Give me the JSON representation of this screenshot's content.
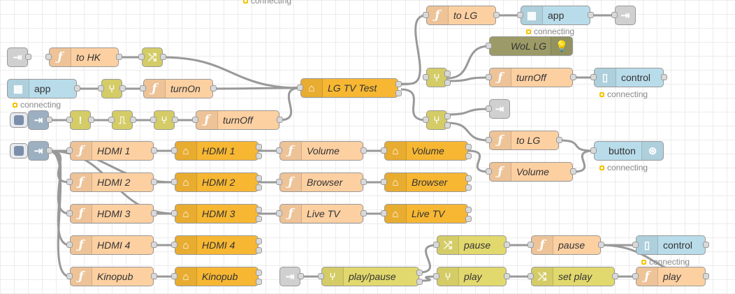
{
  "colors": {
    "function": "#fdd0a2",
    "homekit": "#f7b733",
    "change": "#e2d96e",
    "switch": "#e2d96e",
    "link": "#dddddd",
    "dashboard": "#b9dcea",
    "wol": "#9c9b67",
    "inject": "#a6bbcf",
    "filter": "#e2d96e",
    "rbe": "#e2d96e",
    "status_dot": "#f5c400"
  },
  "status_text": "connecting",
  "nodes": [
    {
      "id": "n_conn_top",
      "type": "status-only",
      "label": ""
    },
    {
      "id": "n_tolg1",
      "type": "function",
      "label": "to LG",
      "icon": "function-icon"
    },
    {
      "id": "n_app1",
      "type": "dashboard",
      "label": "app",
      "icon": "dashboard-icon"
    },
    {
      "id": "n_linkout1",
      "type": "link",
      "label": "",
      "icon": "link-out-icon"
    },
    {
      "id": "n_wol",
      "type": "wol",
      "label": "WoL LG",
      "icon": "lightbulb-icon"
    },
    {
      "id": "n_linkin1",
      "type": "link",
      "label": "",
      "icon": "link-in-icon"
    },
    {
      "id": "n_tohk",
      "type": "function",
      "label": "to HK",
      "icon": "function-icon"
    },
    {
      "id": "n_change1",
      "type": "change",
      "label": "",
      "icon": "shuffle-icon"
    },
    {
      "id": "n_lgtv",
      "type": "homekit",
      "label": "LG TV Test",
      "icon": "home-icon"
    },
    {
      "id": "n_switch1",
      "type": "switch",
      "label": "",
      "icon": "switch-icon"
    },
    {
      "id": "n_turnoff1",
      "type": "function",
      "label": "turnOff",
      "icon": "function-icon"
    },
    {
      "id": "n_control1",
      "type": "dashboard",
      "label": "control",
      "icon": "remote-icon"
    },
    {
      "id": "n_app2",
      "type": "dashboard",
      "label": "app",
      "icon": "dashboard-icon"
    },
    {
      "id": "n_switch2",
      "type": "switch",
      "label": "",
      "icon": "switch-icon"
    },
    {
      "id": "n_turnon",
      "type": "function",
      "label": "turnOn",
      "icon": "function-icon"
    },
    {
      "id": "n_inject1",
      "type": "inject",
      "label": "",
      "icon": "inject-icon"
    },
    {
      "id": "n_filter",
      "type": "filter",
      "label": "",
      "icon": "exclamation-icon"
    },
    {
      "id": "n_rbe",
      "type": "rbe",
      "label": "",
      "icon": "rbe-icon"
    },
    {
      "id": "n_switch3",
      "type": "switch",
      "label": "",
      "icon": "switch-icon"
    },
    {
      "id": "n_turnoff2",
      "type": "function",
      "label": "turnOff",
      "icon": "function-icon"
    },
    {
      "id": "n_switch4",
      "type": "switch",
      "label": "",
      "icon": "switch-icon"
    },
    {
      "id": "n_linkout2",
      "type": "link",
      "label": "",
      "icon": "link-out-icon"
    },
    {
      "id": "n_inject2",
      "type": "inject",
      "label": "",
      "icon": "inject-icon"
    },
    {
      "id": "n_hdmi1f",
      "type": "function",
      "label": "HDMI 1",
      "icon": "function-icon"
    },
    {
      "id": "n_hdmi1h",
      "type": "homekit",
      "label": "HDMI 1",
      "icon": "home-icon"
    },
    {
      "id": "n_volf",
      "type": "function",
      "label": "Volume",
      "icon": "function-icon"
    },
    {
      "id": "n_volh",
      "type": "homekit",
      "label": "Volume",
      "icon": "home-icon"
    },
    {
      "id": "n_tolg2",
      "type": "function",
      "label": "to LG",
      "icon": "function-icon"
    },
    {
      "id": "n_button",
      "type": "dashboard",
      "label": "button",
      "icon": "button-icon"
    },
    {
      "id": "n_vol2f",
      "type": "function",
      "label": "Volume",
      "icon": "function-icon"
    },
    {
      "id": "n_hdmi2f",
      "type": "function",
      "label": "HDMI 2",
      "icon": "function-icon"
    },
    {
      "id": "n_hdmi2h",
      "type": "homekit",
      "label": "HDMI 2",
      "icon": "home-icon"
    },
    {
      "id": "n_browf",
      "type": "function",
      "label": "Browser",
      "icon": "function-icon"
    },
    {
      "id": "n_browh",
      "type": "homekit",
      "label": "Browser",
      "icon": "home-icon"
    },
    {
      "id": "n_hdmi3f",
      "type": "function",
      "label": "HDMI 3",
      "icon": "function-icon"
    },
    {
      "id": "n_hdmi3h",
      "type": "homekit",
      "label": "HDMI 3",
      "icon": "home-icon"
    },
    {
      "id": "n_livef",
      "type": "function",
      "label": "Live TV",
      "icon": "function-icon"
    },
    {
      "id": "n_liveh",
      "type": "homekit",
      "label": "Live TV",
      "icon": "home-icon"
    },
    {
      "id": "n_hdmi4f",
      "type": "function",
      "label": "HDMI 4",
      "icon": "function-icon"
    },
    {
      "id": "n_hdmi4h",
      "type": "homekit",
      "label": "HDMI 4",
      "icon": "home-icon"
    },
    {
      "id": "n_pausec",
      "type": "change",
      "label": "pause",
      "icon": "shuffle-icon"
    },
    {
      "id": "n_pausef",
      "type": "function",
      "label": "pause",
      "icon": "function-icon"
    },
    {
      "id": "n_control2",
      "type": "dashboard",
      "label": "control",
      "icon": "remote-icon"
    },
    {
      "id": "n_kinof",
      "type": "function",
      "label": "Kinopub",
      "icon": "function-icon"
    },
    {
      "id": "n_kinoh",
      "type": "homekit",
      "label": "Kinopub",
      "icon": "home-icon"
    },
    {
      "id": "n_linkin2",
      "type": "link",
      "label": "",
      "icon": "link-in-icon"
    },
    {
      "id": "n_playpause",
      "type": "switch",
      "label": "play/pause",
      "icon": "switch-icon"
    },
    {
      "id": "n_playsw",
      "type": "switch",
      "label": "play",
      "icon": "switch-icon"
    },
    {
      "id": "n_setplay",
      "type": "change",
      "label": "set play",
      "icon": "shuffle-icon"
    },
    {
      "id": "n_playf",
      "type": "function",
      "label": "play",
      "icon": "function-icon"
    }
  ]
}
